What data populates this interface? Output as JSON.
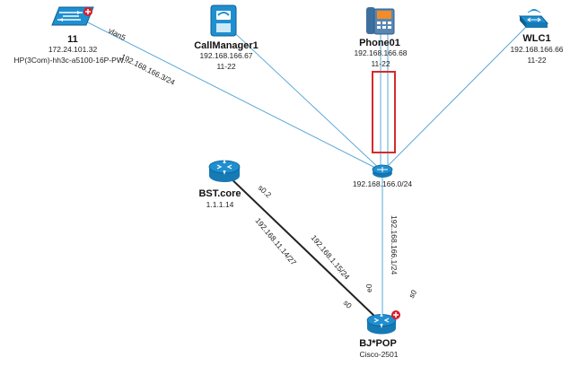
{
  "colors": {
    "link_blue": "#5aa8d8",
    "link_dark": "#222222",
    "device_blue": "#1f8fd0",
    "alert_red": "#d81e2c",
    "highlight": "#d32b2b"
  },
  "nodes": {
    "switch11": {
      "icon": "switch-icon",
      "title": "11",
      "ip": "172.24.101.32",
      "model": "HP(3Com)-hh3c-a5100-16P-PW..."
    },
    "callmanager": {
      "icon": "callmanager-icon",
      "title": "CallManager1",
      "ip": "192.168.166.67",
      "port": "11-22"
    },
    "phone": {
      "icon": "ip-phone-icon",
      "title": "Phone01",
      "ip": "192.168.166.68",
      "port": "11-22"
    },
    "wlc": {
      "icon": "wireless-controller-icon",
      "title": "WLC1",
      "ip": "192.168.166.66",
      "port": "11-22"
    },
    "subnet": {
      "icon": "router-hub-icon",
      "label": "192.168.166.0/24"
    },
    "bst": {
      "icon": "router-icon",
      "title": "BST.core",
      "ip": "1.1.1.14"
    },
    "bjpop": {
      "icon": "router-icon",
      "title": "BJ*POP",
      "model": "Cisco-2501"
    }
  },
  "link_labels": {
    "vlan": "vlan5",
    "switch_subnet": "192.168.166.3/24",
    "bst_port": "s0.2",
    "bst_bj_a": "192.168.11.14/27",
    "bst_bj_b": "192.168.1.15/24",
    "bj_port_s0": "s0",
    "bj_port_e0": "e0",
    "bj_port_s0b": "s0",
    "bj_subnet": "192.168.166.1/24"
  }
}
